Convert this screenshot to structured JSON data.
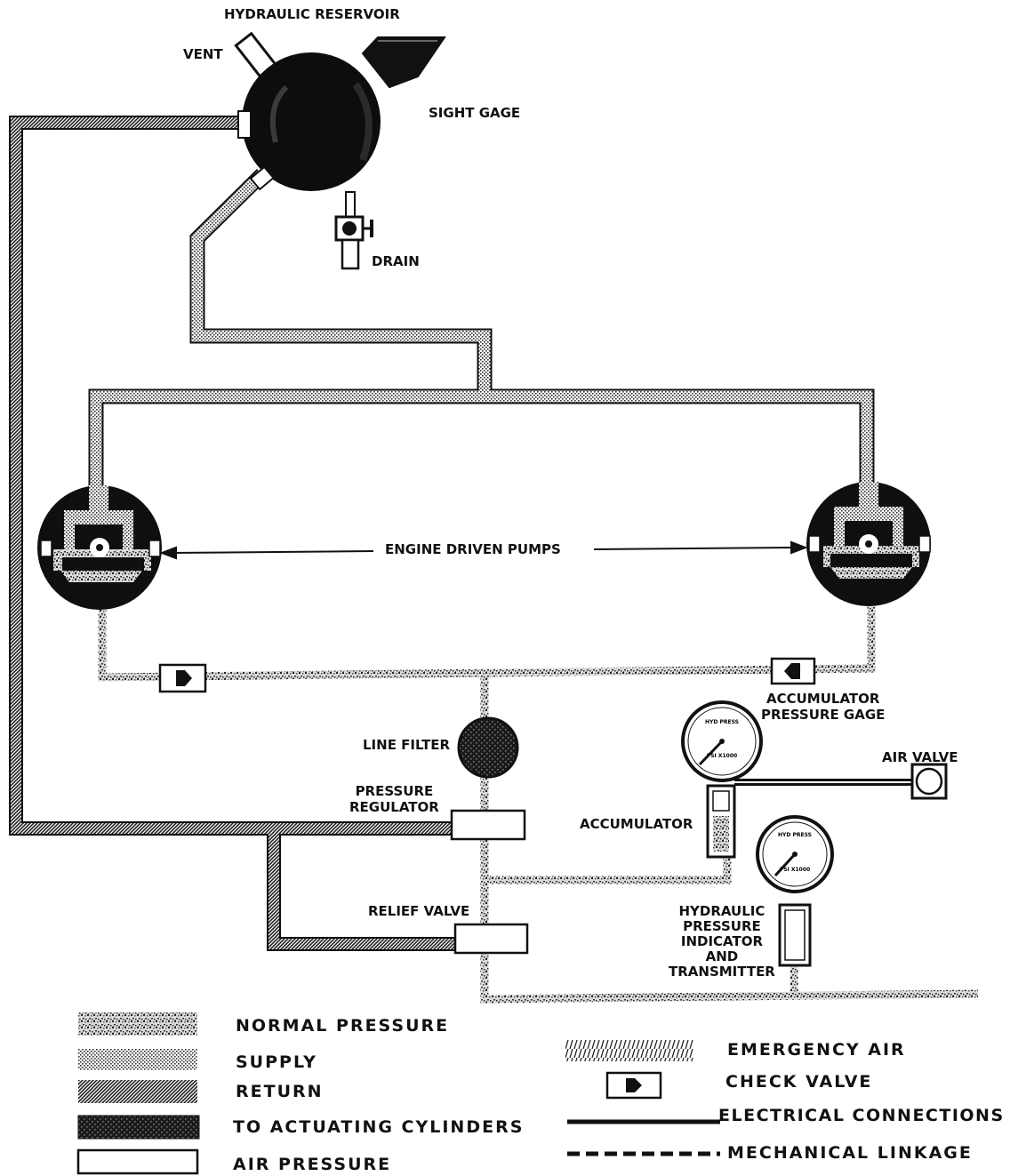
{
  "labels": {
    "hydraulic_reservoir": "HYDRAULIC RESERVOIR",
    "vent": "VENT",
    "sight_gage": "SIGHT GAGE",
    "drain": "DRAIN",
    "engine_driven_pumps": "ENGINE DRIVEN PUMPS",
    "accumulator_pressure_gage": [
      "ACCUMULATOR",
      "PRESSURE GAGE"
    ],
    "line_filter": "LINE FILTER",
    "air_valve": "AIR VALVE",
    "pressure_regulator": [
      "PRESSURE",
      "REGULATOR"
    ],
    "accumulator": "ACCUMULATOR",
    "relief_valve": "RELIEF VALVE",
    "hydraulic_pressure_indicator": [
      "HYDRAULIC",
      "PRESSURE",
      "INDICATOR",
      "AND",
      "TRANSMITTER"
    ]
  },
  "gauge_face": {
    "top": "HYD PRESS",
    "bottom": "PSI X1000"
  },
  "legend": {
    "normal_pressure": "NORMAL PRESSURE",
    "supply": "SUPPLY",
    "return": "RETURN",
    "to_actuating_cylinders": "TO ACTUATING CYLINDERS",
    "air_pressure": "AIR PRESSURE",
    "emergency_air": "EMERGENCY AIR",
    "check_valve": "CHECK VALVE",
    "electrical_connections": "ELECTRICAL CONNECTIONS",
    "mechanical_linkage": "MECHANICAL LINKAGE"
  },
  "colors": {
    "ink": "#111111",
    "paper": "#ffffff"
  }
}
